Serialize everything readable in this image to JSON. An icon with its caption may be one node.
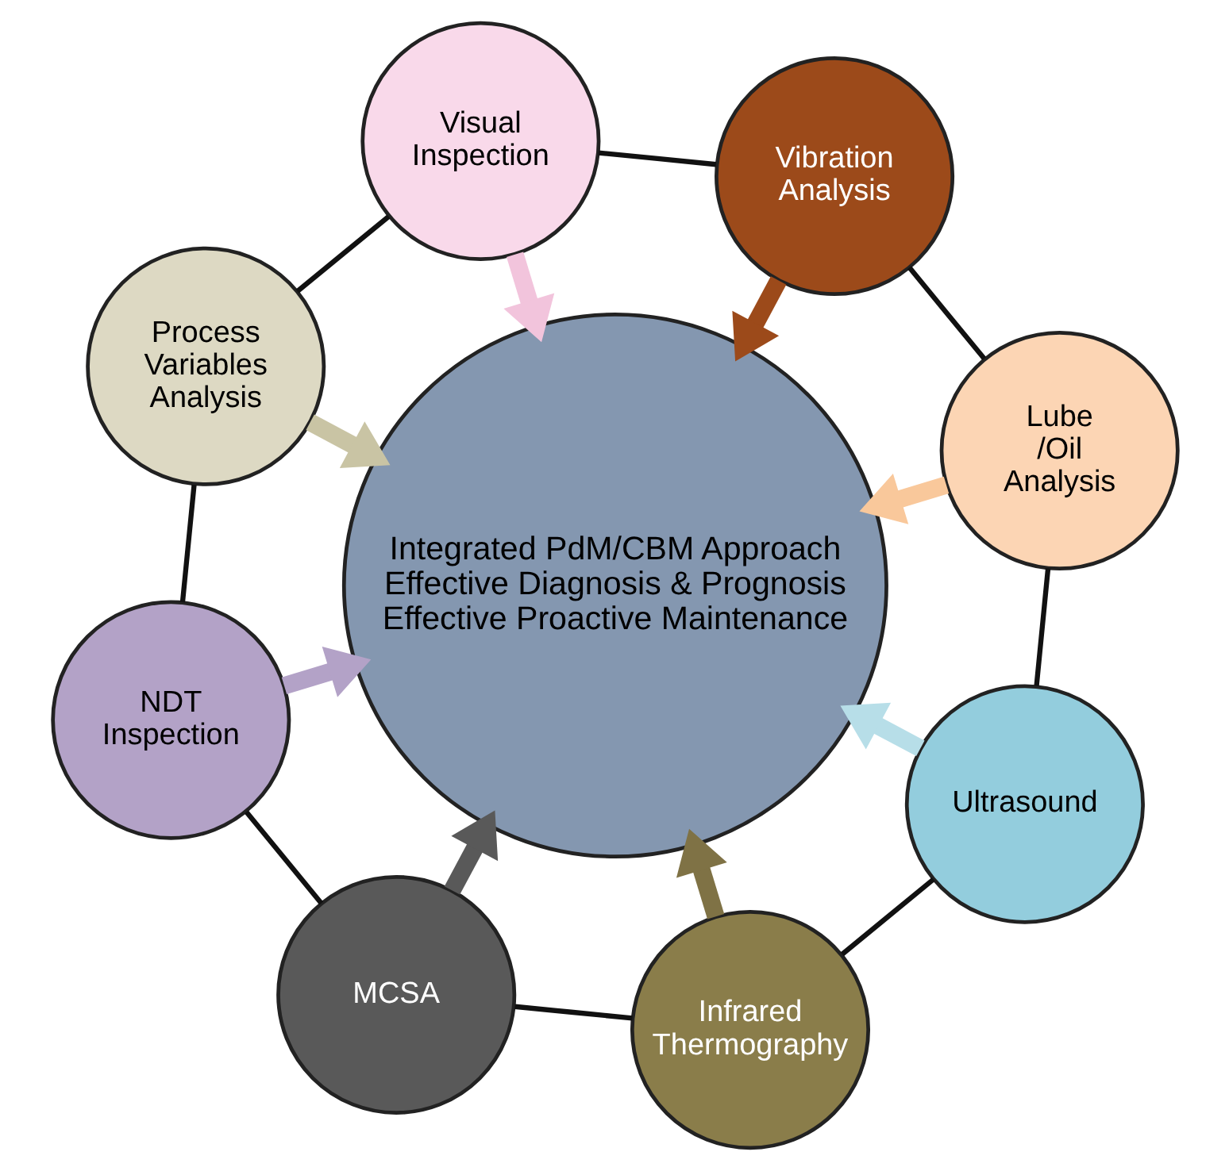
{
  "diagram": {
    "nodes": [
      {
        "text": [
          "Vibration Analysis"
        ]
      },
      {
        "text": [
          "Visual Inspection"
        ]
      },
      {
        "text": [
          "Lube /Oil Analysis"
        ]
      },
      {
        "text": [
          "Process Variables Analysis"
        ]
      },
      {
        "text": [
          "Integrated PdM/CBM Approach",
          "Effective Diagnosis & Prognosis",
          "Effective Proactive Maintenance"
        ]
      },
      {
        "text": [
          "Ultrasound"
        ]
      },
      {
        "text": [
          "NDT Inspection"
        ]
      },
      {
        "text": [
          "Infrared Thermography"
        ]
      },
      {
        "text": [
          "MCSA"
        ]
      }
    ],
    "edges": [
      {
        "from": 0,
        "to": 4,
        "arrow": "to",
        "style": "thick",
        "color": "#9c4a1a"
      },
      {
        "from": 2,
        "to": 4,
        "arrow": "to",
        "style": "thick",
        "color": "#f9c89b"
      },
      {
        "from": 5,
        "to": 4,
        "arrow": "to",
        "style": "thick",
        "color": "#b7dee8"
      },
      {
        "from": 7,
        "to": 4,
        "arrow": "to",
        "style": "thick",
        "color": "#7f7245"
      },
      {
        "from": 8,
        "to": 4,
        "arrow": "to",
        "style": "thick",
        "color": "#595959"
      },
      {
        "from": 6,
        "to": 4,
        "arrow": "to",
        "style": "thick",
        "color": "#b3a2c7"
      },
      {
        "from": 3,
        "to": 4,
        "arrow": "to",
        "style": "thick",
        "color": "#c9c4a4"
      },
      {
        "from": 1,
        "to": 4,
        "arrow": "to",
        "style": "thick",
        "color": "#f2c4dc"
      },
      {
        "from": 0,
        "to": 2,
        "arrow": "none"
      },
      {
        "from": 2,
        "to": 5,
        "arrow": "none"
      },
      {
        "from": 5,
        "to": 7,
        "arrow": "none"
      },
      {
        "from": 7,
        "to": 8,
        "arrow": "none"
      },
      {
        "from": 8,
        "to": 6,
        "arrow": "none"
      },
      {
        "from": 6,
        "to": 3,
        "arrow": "none"
      },
      {
        "from": 3,
        "to": 1,
        "arrow": "none"
      },
      {
        "from": 1,
        "to": 0,
        "arrow": "none"
      }
    ]
  }
}
